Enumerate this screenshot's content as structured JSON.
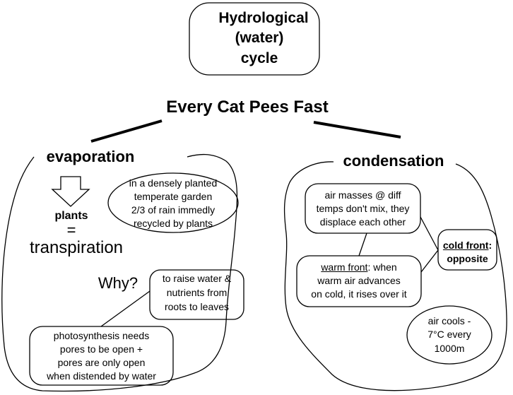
{
  "title": {
    "line1": "Hydrological",
    "line2": "(water)",
    "line3": "cycle"
  },
  "mnemonic": "Every Cat Pees Fast",
  "evaporation": {
    "heading": "evaporation",
    "garden_note": {
      "line1": "in a densely planted",
      "line2": "temperate garden",
      "line3": "2/3 of rain immedly",
      "line4": "recycled by plants"
    },
    "plants": "plants",
    "equals": "=",
    "transpiration": "transpiration",
    "why": "Why?",
    "why_answer": {
      "line1": "to raise water &",
      "line2": "nutrients from",
      "line3": "roots to leaves"
    },
    "photosynthesis": {
      "line1": "photosynthesis needs",
      "line2": "pores to be open +",
      "line3": "pores are only open",
      "line4": "when distended by water"
    }
  },
  "condensation": {
    "heading": "condensation",
    "air_masses": {
      "line1": "air masses @ diff",
      "line2": "temps don't mix, they",
      "line3": "displace each other"
    },
    "cold_front": {
      "label": "cold front",
      "suffix": ":",
      "line2": "opposite"
    },
    "warm_front": {
      "label": "warm front",
      "suffix": ": when",
      "line2": "warm air advances",
      "line3": "on cold, it rises over it"
    },
    "air_cools": {
      "line1": "air cools -",
      "line2": "7°C every",
      "line3": "1000m"
    }
  }
}
